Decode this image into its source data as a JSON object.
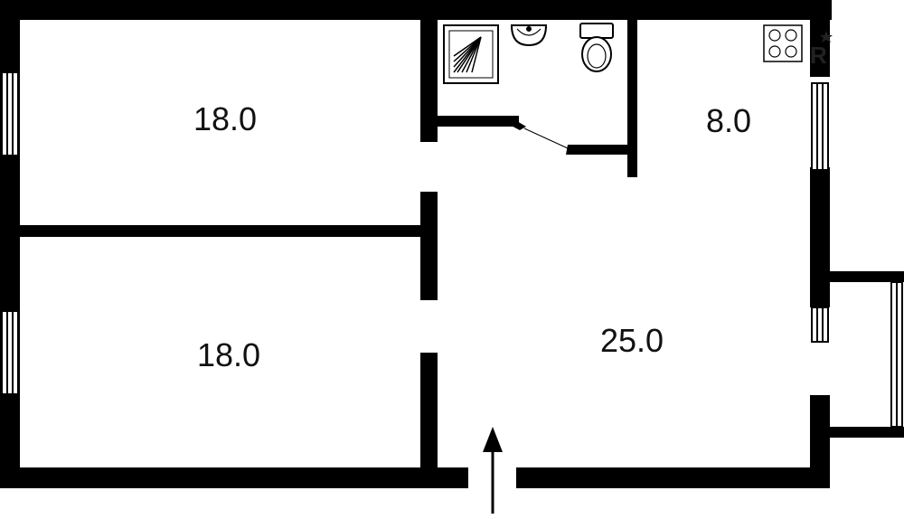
{
  "rooms": [
    {
      "id": "room-1",
      "area": "18.0"
    },
    {
      "id": "room-2",
      "area": "18.0"
    },
    {
      "id": "kitchen",
      "area": "8.0"
    },
    {
      "id": "hall",
      "area": "25.0"
    }
  ],
  "logo": {
    "text": "R"
  },
  "colors": {
    "wall": "#000000",
    "fixture": "#000000",
    "background": "#ffffff"
  },
  "icons": [
    "shower-icon",
    "sink-icon",
    "toilet-icon",
    "stove-icon",
    "entrance-arrow-icon"
  ]
}
